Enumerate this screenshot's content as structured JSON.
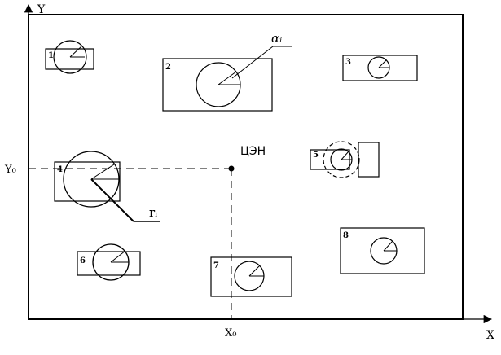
{
  "axes": {
    "x_label": "X",
    "y_label": "Y",
    "x0_label": "X₀",
    "y0_label": "Y₀"
  },
  "center_label": "ЦЭН",
  "alpha_label": "αᵢ",
  "r_label": "rᵢ",
  "units": [
    {
      "id": "1",
      "label": "1"
    },
    {
      "id": "2",
      "label": "2"
    },
    {
      "id": "3",
      "label": "3"
    },
    {
      "id": "4",
      "label": "4"
    },
    {
      "id": "5",
      "label": "5"
    },
    {
      "id": "6",
      "label": "6"
    },
    {
      "id": "7",
      "label": "7"
    },
    {
      "id": "8",
      "label": "8"
    }
  ],
  "colors": {
    "stroke": "#000000",
    "background": "#ffffff"
  }
}
